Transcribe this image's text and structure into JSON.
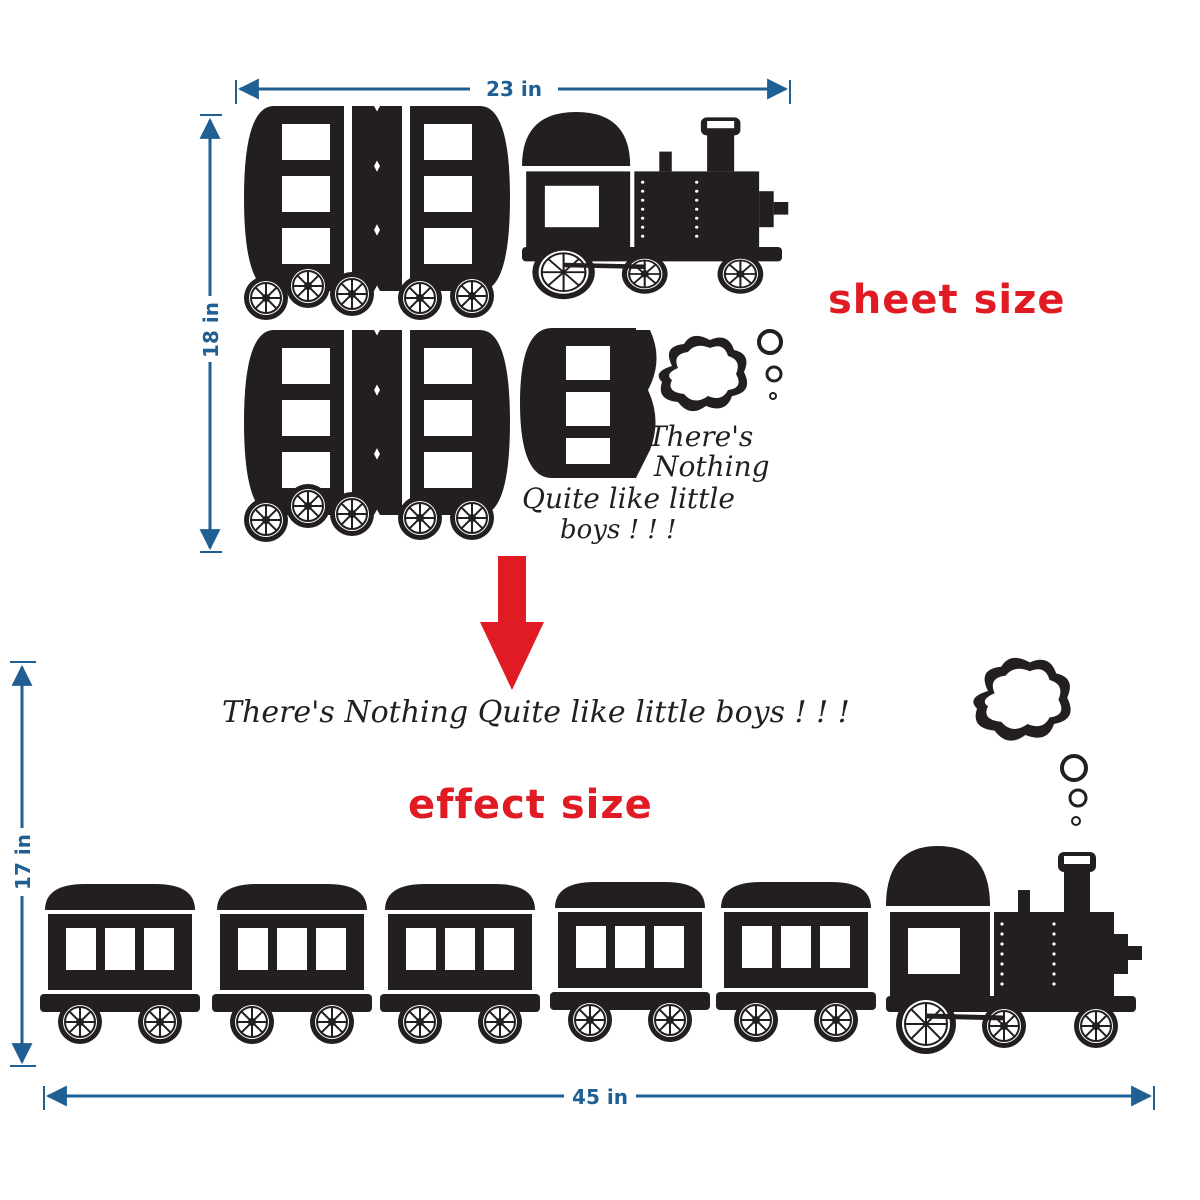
{
  "dimensions": {
    "sheet_width": "23 in",
    "sheet_height": "18 in",
    "effect_height": "17 in",
    "effect_width": "45 in"
  },
  "labels": {
    "sheet_size": "sheet size",
    "effect_size": "effect size"
  },
  "quote": {
    "sheet_lines": [
      "There's",
      "Nothing",
      "Quite like little",
      "boys ! ! !"
    ],
    "effect_line": "There's Nothing Quite like little boys ! ! !"
  },
  "colors": {
    "decal": "#231f20",
    "dimension": "#1f5f93",
    "accent": "#e01b24"
  }
}
